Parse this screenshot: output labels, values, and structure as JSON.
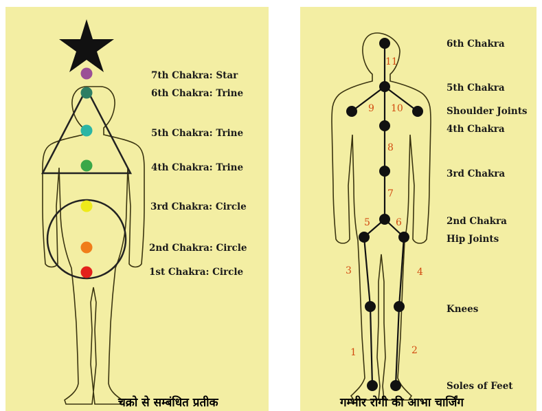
{
  "left_panel": {
    "labels": [
      "7th Chakra: Star",
      "6th Chakra: Trine",
      "5th Chakra: Trine",
      "4th Chakra: Trine",
      "3rd Chakra: Circle",
      "2nd Chakra: Circle",
      "1st Chakra: Circle"
    ],
    "caption": "चक्रो से सम्बंधित प्रतीक",
    "chakra_colors": [
      "#9b4f96",
      "#2e7d63",
      "#2bb5a5",
      "#3aa748",
      "#eeea1a",
      "#f07d1a",
      "#e3201b"
    ]
  },
  "right_panel": {
    "labels": [
      "6th Chakra",
      "5th Chakra",
      "Shoulder Joints",
      "4th Chakra",
      "3rd Chakra",
      "2nd Chakra",
      "Hip Joints",
      "Knees",
      "Soles of Feet"
    ],
    "numbers": [
      "11",
      "9",
      "10",
      "8",
      "7",
      "5",
      "6",
      "3",
      "4",
      "1",
      "2"
    ],
    "caption": "गम्भीर रोगी की आभा चार्जिंग"
  }
}
